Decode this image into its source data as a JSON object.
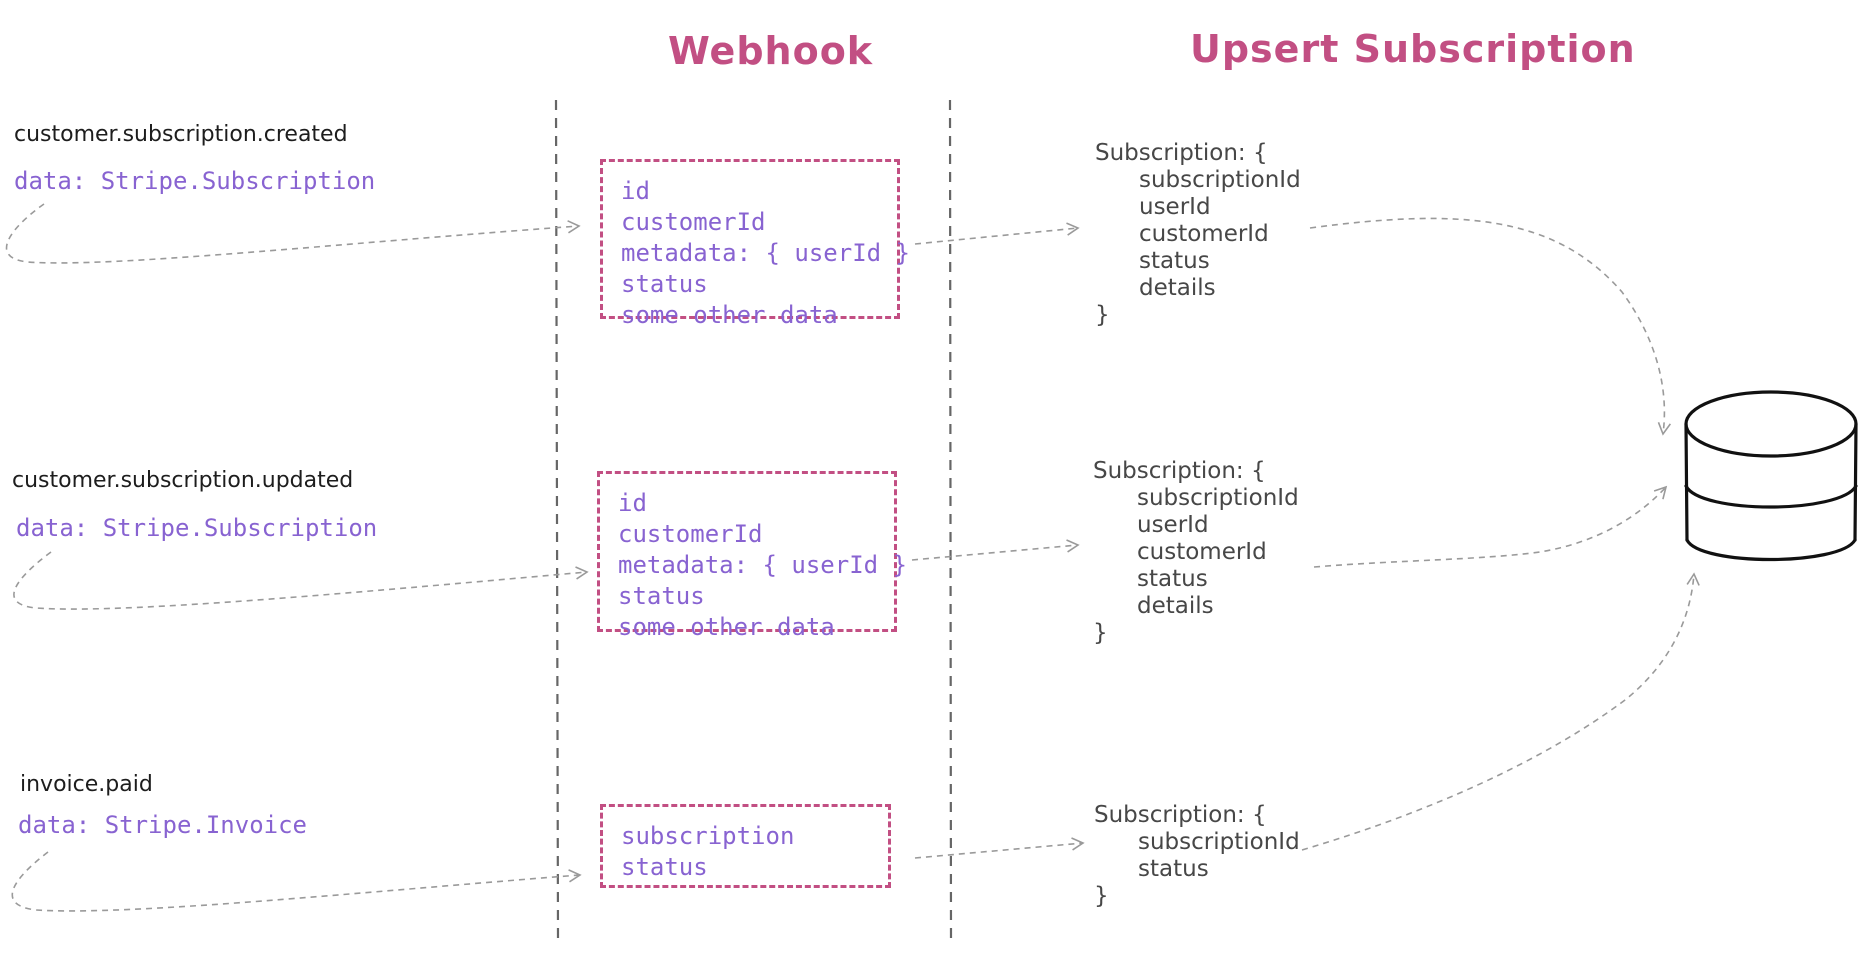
{
  "headings": {
    "webhook": "Webhook",
    "upsert": "Upsert Subscription"
  },
  "colors": {
    "accent_pink": "#c24f83",
    "code_purple": "#8863d1",
    "text_dark": "#1d1d1d",
    "text_gray": "#474747",
    "connector_gray": "#9a9a9a"
  },
  "rows": [
    {
      "event": "customer.subscription.created",
      "data_type": "data: Stripe.Subscription",
      "payload": [
        "id",
        "customerId",
        "metadata: { userId }",
        "status",
        "some other data"
      ],
      "schema": {
        "open": "Subscription: {",
        "fields": [
          "subscriptionId",
          "userId",
          "customerId",
          "status",
          "details"
        ],
        "close": "}"
      }
    },
    {
      "event": "customer.subscription.updated",
      "data_type": "data: Stripe.Subscription",
      "payload": [
        "id",
        "customerId",
        "metadata: { userId }",
        "status",
        "some other data"
      ],
      "schema": {
        "open": "Subscription: {",
        "fields": [
          "subscriptionId",
          "userId",
          "customerId",
          "status",
          "details"
        ],
        "close": "}"
      }
    },
    {
      "event": "invoice.paid",
      "data_type": "data: Stripe.Invoice",
      "payload": [
        "subscription",
        "status"
      ],
      "schema": {
        "open": "Subscription: {",
        "fields": [
          "subscriptionId",
          "status"
        ],
        "close": "}"
      }
    }
  ],
  "icons": {
    "database": "database-icon"
  }
}
